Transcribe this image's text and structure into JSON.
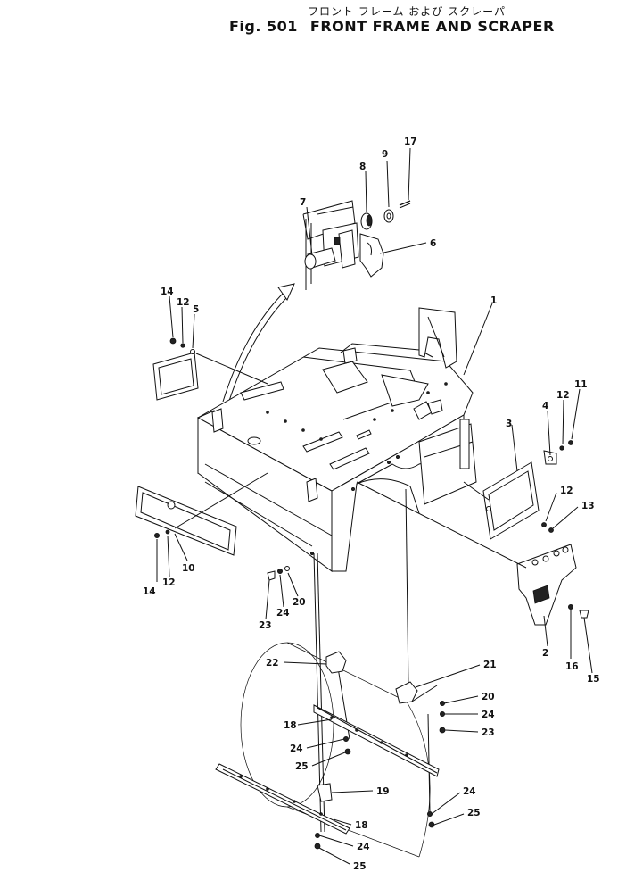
{
  "header": {
    "jp_title": "フロント フレーム および スクレーパ",
    "fig_label": "Fig. 501",
    "title": "FRONT FRAME AND SCRAPER"
  },
  "callouts": [
    {
      "id": "c17",
      "label": "17"
    },
    {
      "id": "c9",
      "label": "9"
    },
    {
      "id": "c8",
      "label": "8"
    },
    {
      "id": "c7",
      "label": "7"
    },
    {
      "id": "c6",
      "label": "6"
    },
    {
      "id": "c1",
      "label": "1"
    },
    {
      "id": "c14a",
      "label": "14"
    },
    {
      "id": "c12a",
      "label": "12"
    },
    {
      "id": "c5",
      "label": "5"
    },
    {
      "id": "c11",
      "label": "11"
    },
    {
      "id": "c12b",
      "label": "12"
    },
    {
      "id": "c4",
      "label": "4"
    },
    {
      "id": "c3",
      "label": "3"
    },
    {
      "id": "c12c",
      "label": "12"
    },
    {
      "id": "c13",
      "label": "13"
    },
    {
      "id": "c10",
      "label": "10"
    },
    {
      "id": "c14b",
      "label": "14"
    },
    {
      "id": "c12d",
      "label": "12"
    },
    {
      "id": "c20a",
      "label": "20"
    },
    {
      "id": "c24a",
      "label": "24"
    },
    {
      "id": "c23a",
      "label": "23"
    },
    {
      "id": "c2",
      "label": "2"
    },
    {
      "id": "c16",
      "label": "16"
    },
    {
      "id": "c15",
      "label": "15"
    },
    {
      "id": "c22",
      "label": "22"
    },
    {
      "id": "c21",
      "label": "21"
    },
    {
      "id": "c20b",
      "label": "20"
    },
    {
      "id": "c24b",
      "label": "24"
    },
    {
      "id": "c23b",
      "label": "23"
    },
    {
      "id": "c18a",
      "label": "18"
    },
    {
      "id": "c24c",
      "label": "24"
    },
    {
      "id": "c25a",
      "label": "25"
    },
    {
      "id": "c19",
      "label": "19"
    },
    {
      "id": "c24d",
      "label": "24"
    },
    {
      "id": "c25b",
      "label": "25"
    },
    {
      "id": "c18b",
      "label": "18"
    },
    {
      "id": "c24e",
      "label": "24"
    },
    {
      "id": "c25c",
      "label": "25"
    }
  ]
}
